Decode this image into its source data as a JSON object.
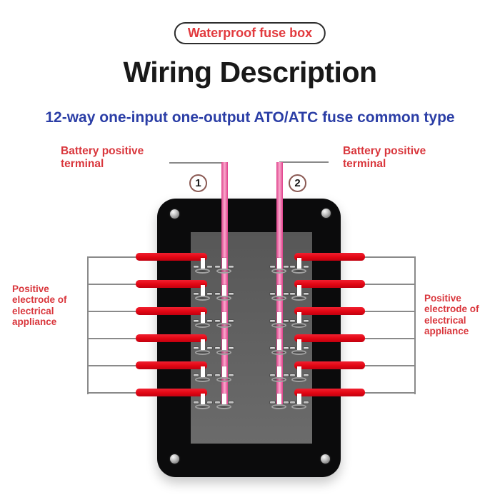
{
  "badge": {
    "label": "Waterproof fuse box"
  },
  "title": "Wiring Description",
  "subtitle": "12-way one-input one-output ATO/ATC fuse common type",
  "wire_markers": [
    "1",
    "2"
  ],
  "labels": {
    "battery": [
      "Battery positive",
      "terminal"
    ],
    "appliance": [
      "Positive",
      "electrode of",
      "electrical",
      "appliance"
    ]
  },
  "diagram": {
    "type": "wiring-diagram",
    "fuse_ways": 12,
    "ways_per_side": 6,
    "input_wires": 2
  },
  "colors": {
    "accent_red": "#d9363c",
    "accent_blue": "#2b3ea6",
    "badge_red": "#e23a3e",
    "badge_border": "#2d2d2d",
    "wire_red": "#e20613",
    "wire_pink": "#ee67a4",
    "wire_pink_light": "#f9a9cc",
    "box_black": "#0b0b0c",
    "panel_gray": "#5f5f5f",
    "leader_gray": "#8a8a8a",
    "marker_ring": "#8b5a54"
  }
}
